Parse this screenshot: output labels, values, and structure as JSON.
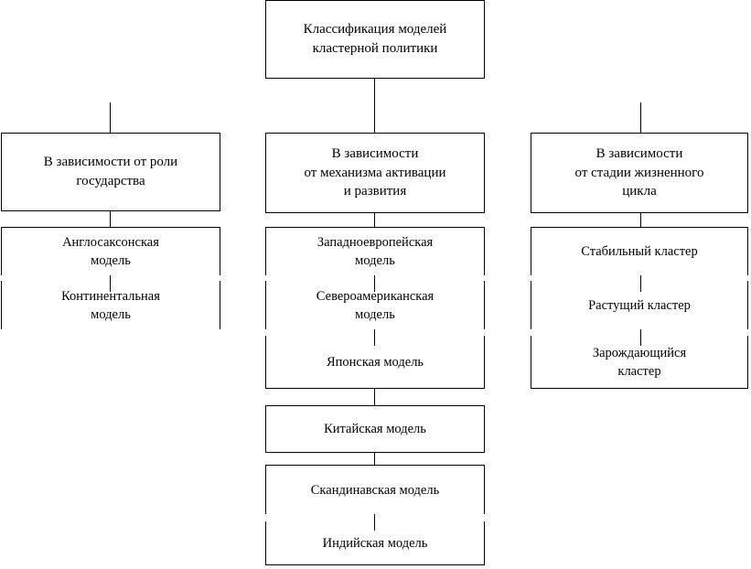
{
  "diagram": {
    "type": "hierarchy-tree",
    "language": "ru",
    "title_node": {
      "label": "Классификация моделей\nкластерной политики"
    },
    "branches": [
      {
        "id": "role-of-state",
        "header": "В зависимости от роли\nгосударства",
        "items": [
          "Англосаксонская\nмодель",
          "Континентальная\nмодель"
        ]
      },
      {
        "id": "activation-mechanism",
        "header": "В зависимости\nот механизма активации\nи развития",
        "items": [
          "Западноевропейская\nмодель",
          "Североамериканская\nмодель",
          "Японская модель",
          "Китайская модель",
          "Скандинавская модель",
          "Индийская модель"
        ]
      },
      {
        "id": "life-cycle-stage",
        "header": "В зависимости\nот  стадии жизненного\nцикла",
        "items": [
          "Стабильный кластер",
          "Растущий кластер",
          "Зарождающийся\nкластер"
        ]
      }
    ],
    "colors": {
      "stroke": "#000000",
      "background": "#ffffff",
      "text": "#000000"
    }
  }
}
